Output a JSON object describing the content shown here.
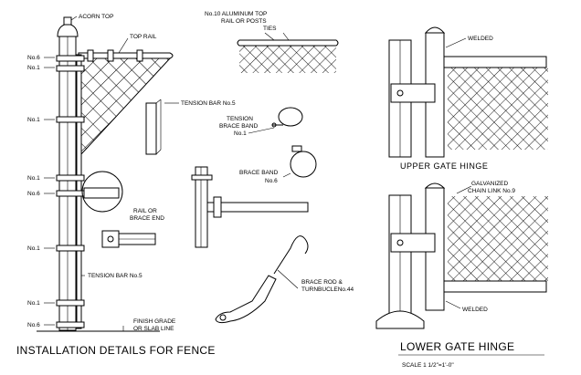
{
  "main_title": "INSTALLATION DETAILS FOR FENCE",
  "upper_hinge_title": "UPPER GATE HINGE",
  "lower_hinge_title": "LOWER GATE HINGE",
  "scale_note": "SCALE 1 1/2\"=1'-0\"",
  "labels": {
    "acorn_top": "ACORN TOP",
    "top_rail": "TOP RAIL",
    "aluminum_top_1": "No.10 ALUMINUM TOP",
    "aluminum_top_2": "RAIL OR POSTS",
    "aluminum_top_3": "TIES",
    "tension_bar_no5": "TENSION BAR No.5",
    "tension_brace_band_1": "TENSION",
    "tension_brace_band_2": "BRACE BAND",
    "brace_band": "BRACE BAND",
    "rail_or_brace_end_1": "RAIL OR",
    "rail_or_brace_end_2": "BRACE END",
    "tension_bar_no5_lower": "TENSION BAR No.5",
    "brace_rod_1": "BRACE ROD &",
    "brace_rod_2": "TURNBUCLENo.44",
    "finish_grade_1": "FINISH GRADE",
    "finish_grade_2": "OR SLAB LINE",
    "welded_top": "WELDED",
    "galvanized_1": "GALVANIZED",
    "galvanized_2": "CHAIN LINK No.9",
    "welded_bottom": "WELDED"
  },
  "gauge_labels": {
    "post_no6_top": "No.6",
    "post_no1_a": "No.1",
    "post_no1_b": "No.1",
    "post_no1_c": "No.1",
    "post_no6_mid": "No.6",
    "post_no1_d": "No.1",
    "post_no1_e": "No.1",
    "post_no6_bottom": "No.6",
    "band_no1": "No.1",
    "brace_band_no6": "No.6"
  }
}
